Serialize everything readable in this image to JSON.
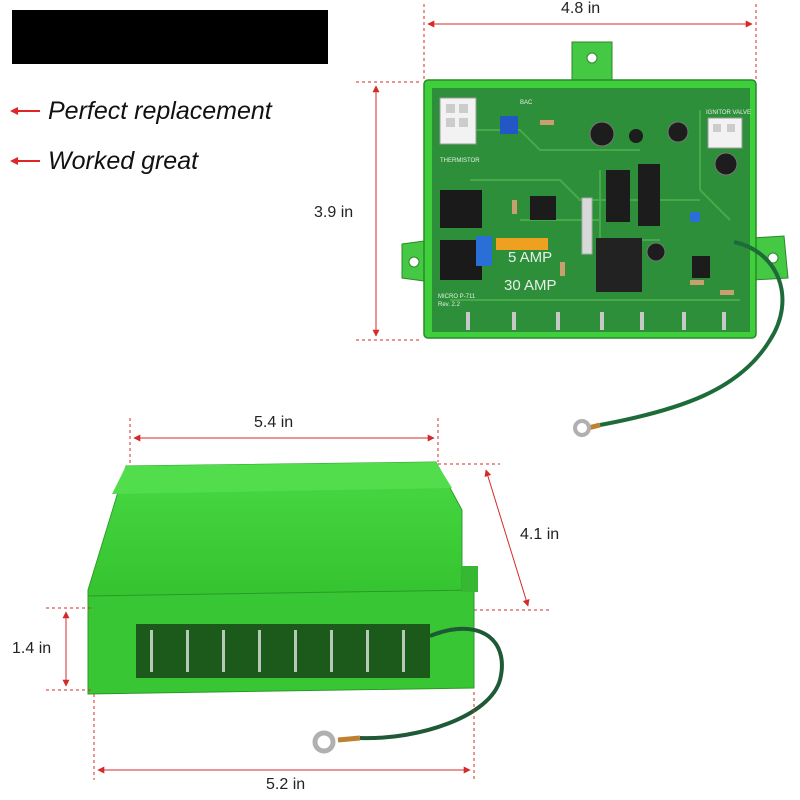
{
  "title": "Product  Size",
  "features": [
    {
      "label": "Perfect replacement",
      "icon": "red-diamond-arrow-icon"
    },
    {
      "label": "Worked great",
      "icon": "red-diamond-arrow-icon"
    }
  ],
  "dimensions": {
    "board_width": "4.8 in",
    "board_height": "3.9 in",
    "case_top_length": "5.4 in",
    "case_depth": "4.1 in",
    "case_height": "1.4 in",
    "case_bottom_length": "5.2 in"
  },
  "board_text": {
    "fuse_5": "5 AMP",
    "fuse_30": "30 AMP",
    "thermistor": "THERMISTOR",
    "ignitor_valve": "IGNITOR VALVE",
    "bac": "BAC",
    "model": "MICRO P-711",
    "rev": "Rev. 2.2"
  },
  "colors": {
    "accent_red": "#e0242a",
    "dimension_line": "#d42a2a",
    "case_green": "#3fcf3a",
    "pcb_green": "#2e8f3a",
    "wire_green": "#1e6b3a"
  }
}
